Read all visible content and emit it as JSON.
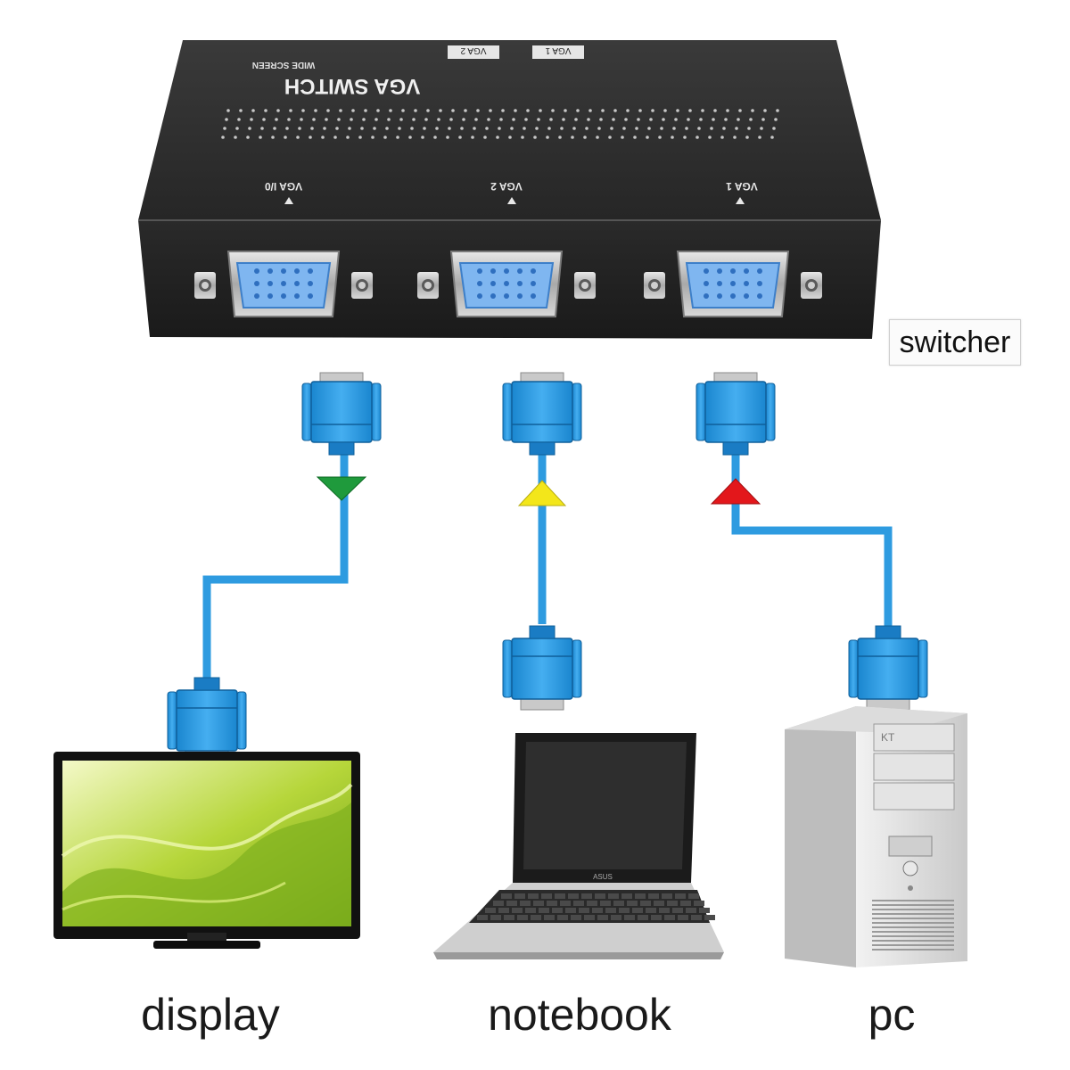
{
  "switch_box": {
    "top_title": "VGA SWITCH",
    "top_subtitle": "WIDE SCREEN",
    "top_tag_1": "VGA 2",
    "top_tag_2": "VGA 1",
    "port_labels": [
      "VGA I/0",
      "VGA 2",
      "VGA 1"
    ]
  },
  "switcher_label": "switcher",
  "devices": {
    "display": "display",
    "notebook": "notebook",
    "pc": "pc"
  },
  "pc_brand": "KT",
  "laptop_brand": "ASUS",
  "colors": {
    "cable": "#2e9be0",
    "connector": "#1f8fd8",
    "arrow_display": "#1f9a3c",
    "arrow_notebook": "#f3e61a",
    "arrow_pc": "#e3171b",
    "switch_body": "#2b2b2b"
  }
}
